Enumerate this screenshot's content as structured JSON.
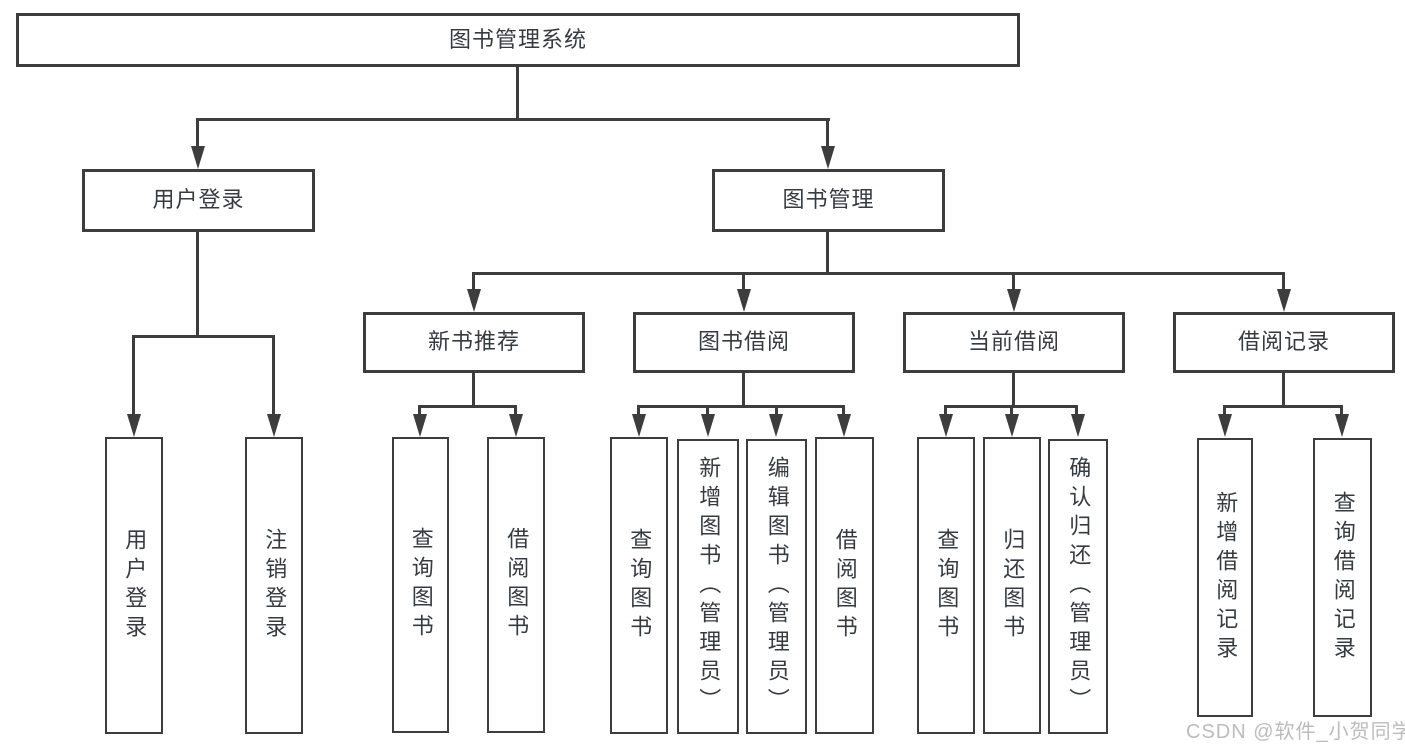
{
  "tree": {
    "root": "图书管理系统",
    "user_login": {
      "label": "用户登录",
      "children": [
        "用户登录",
        "注销登录"
      ]
    },
    "book_management": {
      "label": "图书管理",
      "groups": {
        "new_book_recommendation": {
          "label": "新书推荐",
          "children": [
            "查询图书",
            "借阅图书"
          ]
        },
        "book_borrowing": {
          "label": "图书借阅",
          "children": [
            "查询图书",
            "新增图书（管理员）",
            "编辑图书（管理员）",
            "借阅图书"
          ]
        },
        "current_borrowing": {
          "label": "当前借阅",
          "children": [
            "查询图书",
            "归还图书",
            "确认归还（管理员）"
          ]
        },
        "borrowing_records": {
          "label": "借阅记录",
          "children": [
            "新增借阅记录",
            "查询借阅记录"
          ]
        }
      }
    }
  },
  "watermark": "CSDN @软件_小贺同学",
  "colors": {
    "line": "#3d3d3d",
    "text": "#363b42",
    "watermark": "#b3b3b3",
    "background": "#ffffff"
  }
}
